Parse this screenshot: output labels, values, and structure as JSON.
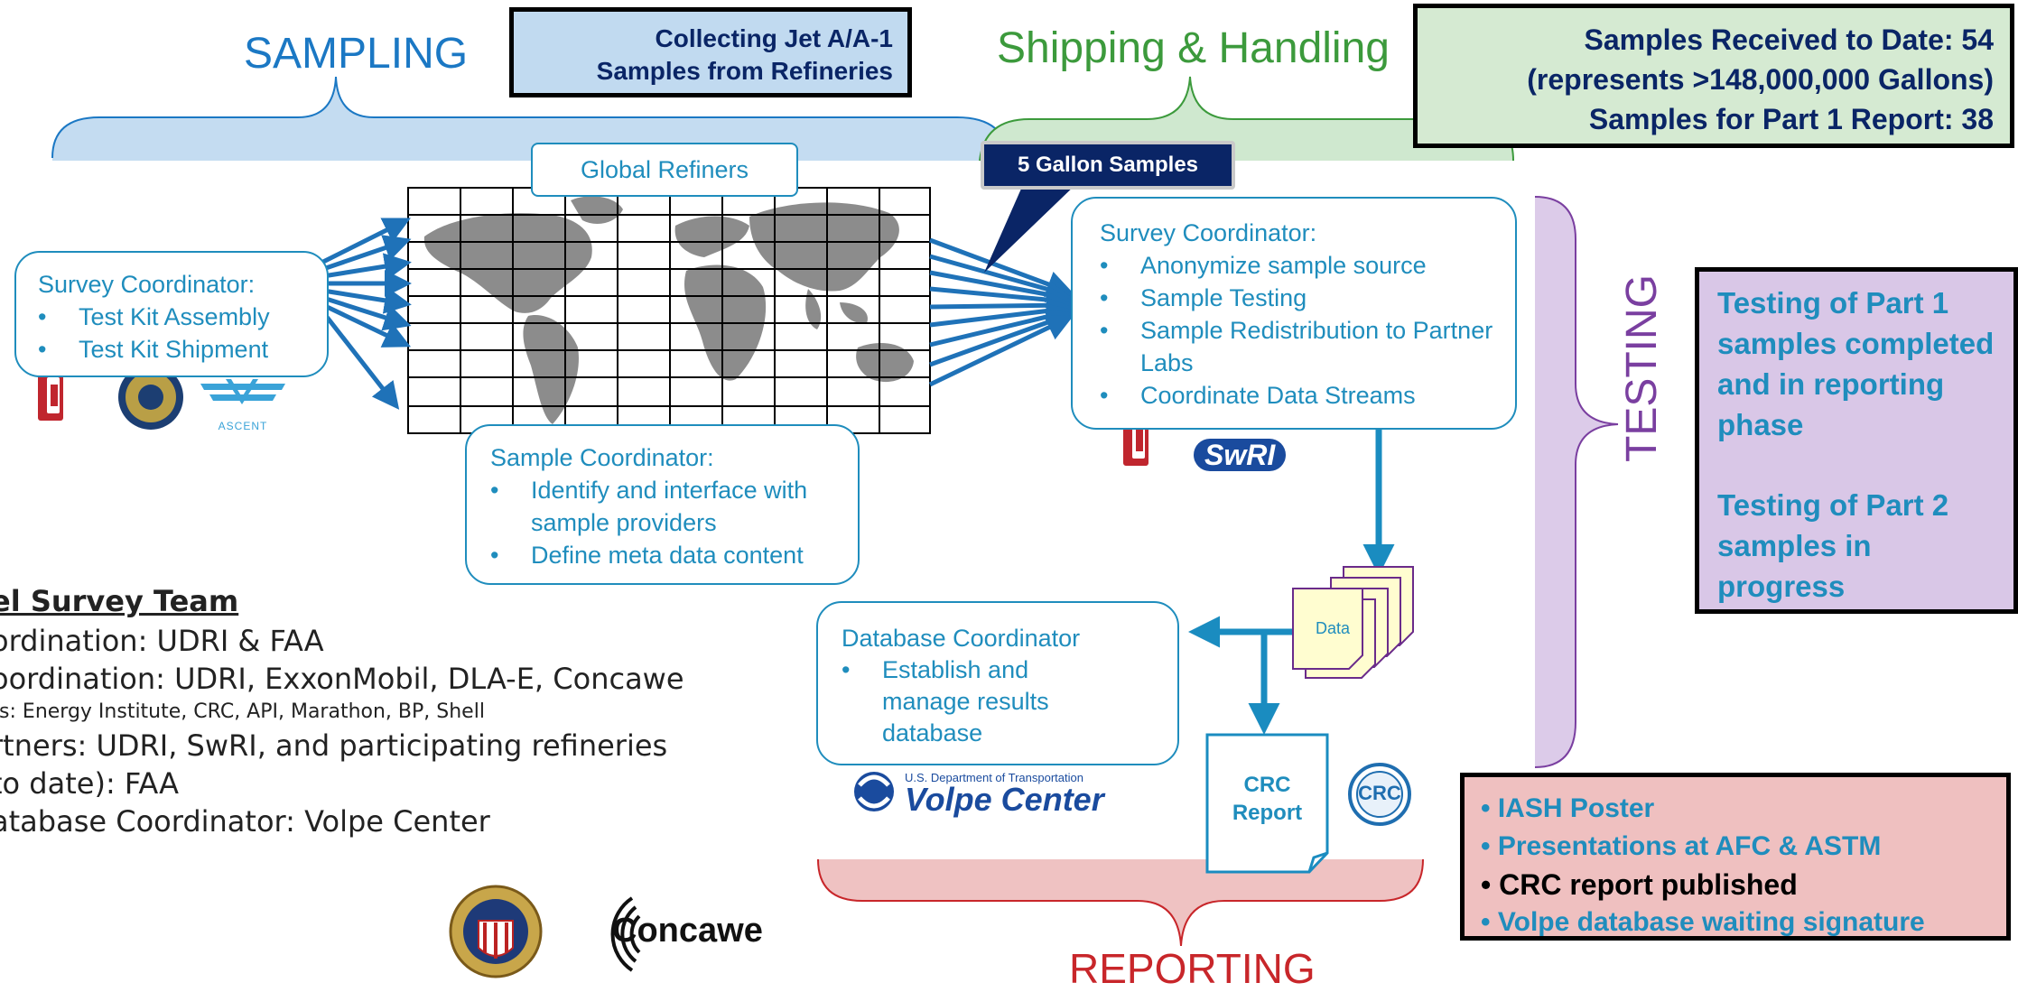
{
  "headers": {
    "sampling": "SAMPLING",
    "shipping": "Shipping & Handling",
    "testing": "TESTING",
    "reporting": "REPORTING"
  },
  "collecting_box": {
    "line1": "Collecting Jet A/A-1",
    "line2": "Samples from Refineries"
  },
  "received_box": {
    "line1": "Samples Received to Date: 54",
    "line2": "(represents >148,000,000 Gallons)",
    "line3": "Samples for Part 1 Report: 38"
  },
  "global_refiners": "Global Refiners",
  "five_gallon": "5 Gallon Samples",
  "survey_left": {
    "title": "Survey Coordinator:",
    "items": [
      "Test Kit Assembly",
      "Test Kit Shipment"
    ]
  },
  "sample_coord": {
    "title": "Sample Coordinator:",
    "items": [
      "Identify and interface with sample providers",
      "Define meta data content"
    ]
  },
  "survey_right": {
    "title": "Survey Coordinator:",
    "items": [
      "Anonymize sample source",
      "Sample Testing",
      "Sample Redistribution to Partner Labs",
      "Coordinate Data Streams"
    ]
  },
  "db_coord": {
    "title": "Database Coordinator",
    "items": [
      "Establish and manage results database"
    ]
  },
  "data_label": "Data",
  "crc_report": {
    "line1": "CRC",
    "line2": "Report"
  },
  "testing_box": {
    "para1": "Testing of Part 1 samples completed and in reporting phase",
    "para2": "Testing of Part 2 samples in progress"
  },
  "reporting_box": {
    "items": [
      "IASH Poster",
      "Presentations at AFC & ASTM",
      "CRC report published",
      "Volpe database waiting signature"
    ]
  },
  "team": {
    "heading": "el Survey Team",
    "line1": "ordination: UDRI & FAA",
    "line2": "oordination: UDRI, ExxonMobil, DLA-E, Concawe",
    "line3": "rs: Energy Institute, CRC, API, Marathon, BP, Shell",
    "line4": "rtners: UDRI, SwRI, and participating refineries",
    "line5": "to date): FAA",
    "line6": "atabase Coordinator: Volpe Center"
  },
  "logos": {
    "ascent": "ASCENT",
    "swri": "SwRI",
    "dot_small": "U.S. Department of Transportation",
    "volpe": "Volpe Center",
    "crc": "CRC",
    "concawe": "Concawe"
  },
  "colors": {
    "blue": "#1f8dbd",
    "sampling_blue": "#1b78c4",
    "shipping_green": "#3c9a3c",
    "testing_purple": "#7a3fa0",
    "reporting_red": "#c8262a",
    "navy": "#0a2566",
    "received_bg": "#d5ead2",
    "collecting_bg": "#c1daf0",
    "testing_bg": "#d9c7e7",
    "reporting_bg": "#efc0c0"
  }
}
